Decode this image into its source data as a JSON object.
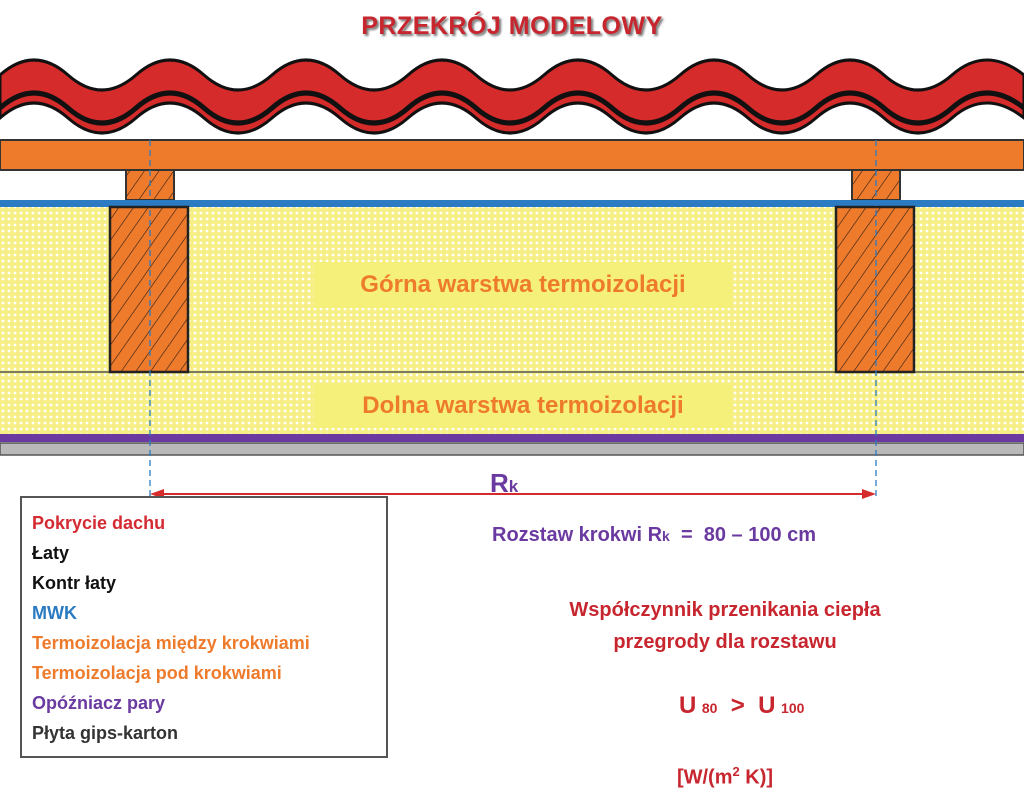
{
  "title": "PRZEKRÓJ  MODELOWY",
  "layers": {
    "upper_insulation": "Górna warstwa termoizolacji",
    "lower_insulation": "Dolna warstwa termoizolacji"
  },
  "dimension": {
    "symbol_main": "R",
    "symbol_sub": "k"
  },
  "spacing": {
    "prefix": "Rozstaw krokwi  R",
    "sub": "k",
    "suffix": "  =  80 – 100 cm"
  },
  "coefficient": {
    "line1": "Współczynnik przenikania ciepła",
    "line2": "przegrody  dla rozstawu",
    "u_left": "U",
    "u_left_sub": "80",
    "operator": "  >  ",
    "u_right": "U",
    "u_right_sub": "100",
    "unit_prefix": "[W/(m",
    "unit_sup": "2",
    "unit_suffix": " K)]"
  },
  "legend": [
    {
      "label": "Pokrycie dachu",
      "color": "#d42a32"
    },
    {
      "label": "Łaty",
      "color": "#111111"
    },
    {
      "label": "Kontr łaty",
      "color": "#111111"
    },
    {
      "label": "MWK",
      "color": "#2a7bc2"
    },
    {
      "label": "Termoizolacja między krokwiami",
      "color": "#ee7b2c"
    },
    {
      "label": "Termoizolacja pod krokwiami",
      "color": "#ee7b2c"
    },
    {
      "label": "Opóźniacz pary",
      "color": "#6a3aa0"
    },
    {
      "label": "Płyta gips-karton",
      "color": "#333333"
    }
  ],
  "colors": {
    "roof_red": "#d62b2b",
    "batten_orange": "#ee7b2c",
    "insulation_yellow": "#f6ef86",
    "membrane_blue": "#2a7bc2",
    "vapour_purple": "#6a3aa0",
    "plasterboard_gray": "#b9b9b9"
  }
}
